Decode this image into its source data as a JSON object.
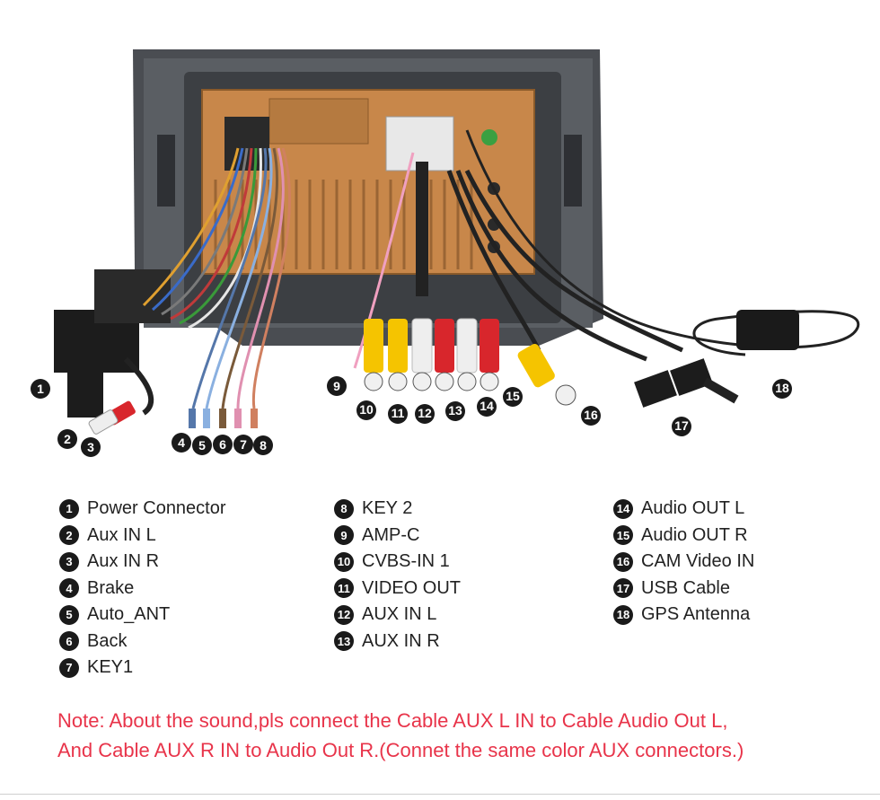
{
  "callouts": [
    {
      "n": "1",
      "label": "Power Connector"
    },
    {
      "n": "2",
      "label": "Aux IN L"
    },
    {
      "n": "3",
      "label": "Aux IN R"
    },
    {
      "n": "4",
      "label": "Brake"
    },
    {
      "n": "5",
      "label": "Auto_ANT"
    },
    {
      "n": "6",
      "label": "Back"
    },
    {
      "n": "7",
      "label": "KEY1"
    },
    {
      "n": "8",
      "label": "KEY 2"
    },
    {
      "n": "9",
      "label": "AMP-C"
    },
    {
      "n": "10",
      "label": "CVBS-IN 1"
    },
    {
      "n": "11",
      "label": "VIDEO OUT"
    },
    {
      "n": "12",
      "label": "AUX IN L"
    },
    {
      "n": "13",
      "label": "AUX IN R"
    },
    {
      "n": "14",
      "label": "Audio OUT L"
    },
    {
      "n": "15",
      "label": "Audio OUT R"
    },
    {
      "n": "16",
      "label": "CAM Video IN"
    },
    {
      "n": "17",
      "label": "USB Cable"
    },
    {
      "n": "18",
      "label": "GPS Antenna"
    }
  ],
  "note": {
    "line1": "Note: About the sound,pls connect the Cable AUX L IN to Cable Audio Out L,",
    "line2": "And Cable AUX R IN to  Audio Out R.(Connet the same color AUX connectors.)"
  },
  "colors": {
    "note_text": "#e8344a",
    "badge": "#1a1a1a",
    "unit_frame": "#4a4d52",
    "unit_body": "#c8874a",
    "rca_red": "#d8262c",
    "rca_white": "#eeeeee",
    "rca_yellow": "#f5c400"
  }
}
